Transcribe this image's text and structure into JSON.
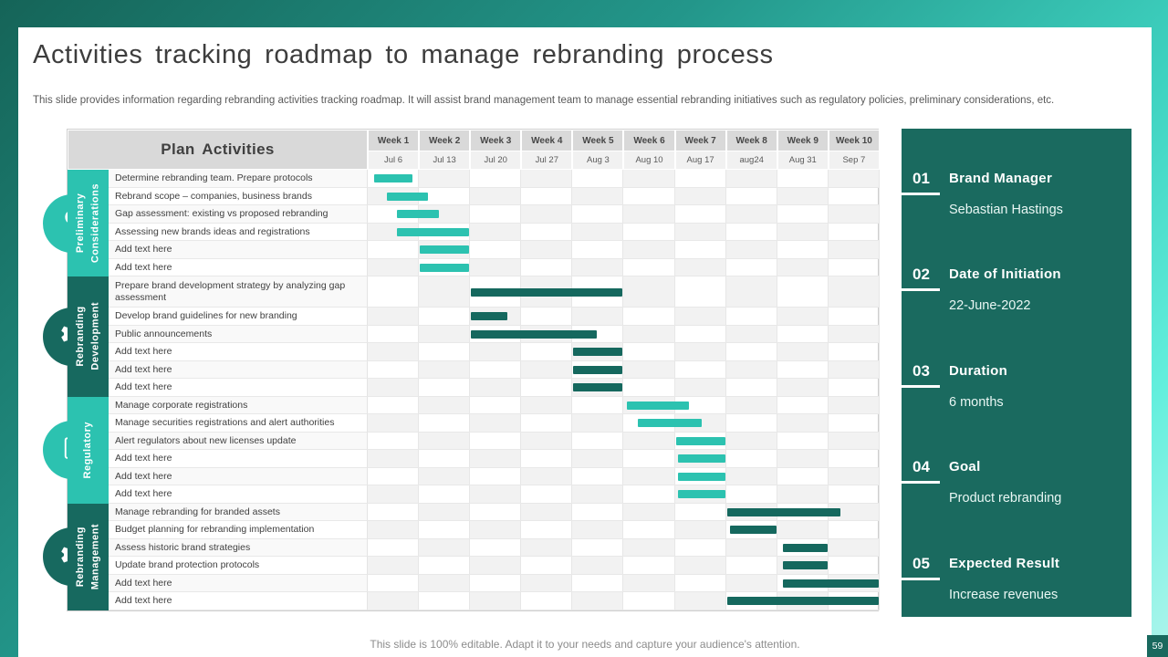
{
  "slide": {
    "title": "Activities tracking roadmap to manage rebranding process",
    "subtitle": "This slide provides information regarding rebranding activities tracking roadmap. It will assist brand management team to manage essential rebranding initiatives such as regulatory policies, preliminary considerations, etc.",
    "footer": "This slide is 100% editable. Adapt it to your needs and capture your audience's attention.",
    "page_number": "59"
  },
  "colors": {
    "accent_light": "#2cc2b0",
    "accent_dark": "#17695f",
    "panel": "#1a6a5f",
    "header_gray": "#d9d9d9",
    "subheader_gray": "#f1f1f1",
    "cell_alt": "#f2f2f2"
  },
  "chart_data": {
    "type": "bar",
    "variant": "gantt-roadmap",
    "title": "Plan Activities",
    "x_unit": "weeks",
    "xlim": [
      0,
      10
    ],
    "legend": "none",
    "grid": "on",
    "columns": [
      {
        "week": "Week 1",
        "date": "Jul 6"
      },
      {
        "week": "Week 2",
        "date": "Jul 13"
      },
      {
        "week": "Week 3",
        "date": "Jul 20"
      },
      {
        "week": "Week 4",
        "date": "Jul 27"
      },
      {
        "week": "Week 5",
        "date": "Aug 3"
      },
      {
        "week": "Week 6",
        "date": "Aug 10"
      },
      {
        "week": "Week 7",
        "date": "Aug 17"
      },
      {
        "week": "Week 8",
        "date": "aug24"
      },
      {
        "week": "Week 9",
        "date": "Aug 31"
      },
      {
        "week": "Week 10",
        "date": "Sep 7"
      }
    ],
    "groups": [
      {
        "name": "Preliminary Considerations",
        "tone": "light",
        "icon": "idea-icon",
        "tasks": [
          {
            "label": "Determine rebranding team. Prepare protocols",
            "start": 0.1,
            "end": 0.9
          },
          {
            "label": "Rebrand scope – companies, business brands",
            "start": 0.35,
            "end": 1.2
          },
          {
            "label": "Gap assessment: existing vs proposed rebranding",
            "start": 0.55,
            "end": 1.4
          },
          {
            "label": "Assessing new brands ideas and registrations",
            "start": 0.55,
            "end": 2.0
          },
          {
            "label": "Add text here",
            "start": 1.0,
            "end": 2.0
          },
          {
            "label": "Add text here",
            "start": 1.0,
            "end": 2.0
          }
        ]
      },
      {
        "name": "Rebranding Development",
        "tone": "dark",
        "icon": "gear-bulb-icon",
        "tasks": [
          {
            "label": "Prepare brand development strategy by analyzing gap assessment",
            "start": 2.0,
            "end": 5.0,
            "tall": true
          },
          {
            "label": "Develop brand guidelines for new branding",
            "start": 2.0,
            "end": 2.75
          },
          {
            "label": "Public announcements",
            "start": 2.0,
            "end": 4.5
          },
          {
            "label": "Add text here",
            "start": 4.0,
            "end": 5.0
          },
          {
            "label": "Add text here",
            "start": 4.0,
            "end": 5.0
          },
          {
            "label": "Add text here",
            "start": 4.0,
            "end": 5.0
          }
        ]
      },
      {
        "name": "Regulatory",
        "tone": "light",
        "icon": "checklist-icon",
        "tasks": [
          {
            "label": "Manage corporate registrations",
            "start": 5.05,
            "end": 6.3
          },
          {
            "label": "Manage securities registrations and alert authorities",
            "start": 5.25,
            "end": 6.55
          },
          {
            "label": "Alert regulators about new licenses update",
            "start": 6.0,
            "end": 7.0
          },
          {
            "label": "Add text here",
            "start": 6.05,
            "end": 7.0
          },
          {
            "label": "Add text here",
            "start": 6.05,
            "end": 7.0
          },
          {
            "label": "Add text here",
            "start": 6.05,
            "end": 7.0
          }
        ]
      },
      {
        "name": "Rebranding Management",
        "tone": "dark",
        "icon": "gear-icon",
        "tasks": [
          {
            "label": "Manage rebranding for branded assets",
            "start": 7.0,
            "end": 9.25
          },
          {
            "label": "Budget planning for rebranding implementation",
            "start": 7.05,
            "end": 8.0
          },
          {
            "label": "Assess historic brand strategies",
            "start": 8.1,
            "end": 9.0
          },
          {
            "label": "Update brand protection protocols",
            "start": 8.1,
            "end": 9.0
          },
          {
            "label": "Add text here",
            "start": 8.1,
            "end": 10.0
          },
          {
            "label": "Add text here",
            "start": 7.0,
            "end": 10.0
          }
        ]
      }
    ]
  },
  "sidebar": {
    "items": [
      {
        "num": "01",
        "title": "Brand Manager",
        "value": "Sebastian Hastings"
      },
      {
        "num": "02",
        "title": "Date of Initiation",
        "value": "22-June-2022"
      },
      {
        "num": "03",
        "title": "Duration",
        "value": "6 months"
      },
      {
        "num": "04",
        "title": "Goal",
        "value": "Product rebranding"
      },
      {
        "num": "05",
        "title": "Expected Result",
        "value": "Increase revenues"
      }
    ]
  }
}
